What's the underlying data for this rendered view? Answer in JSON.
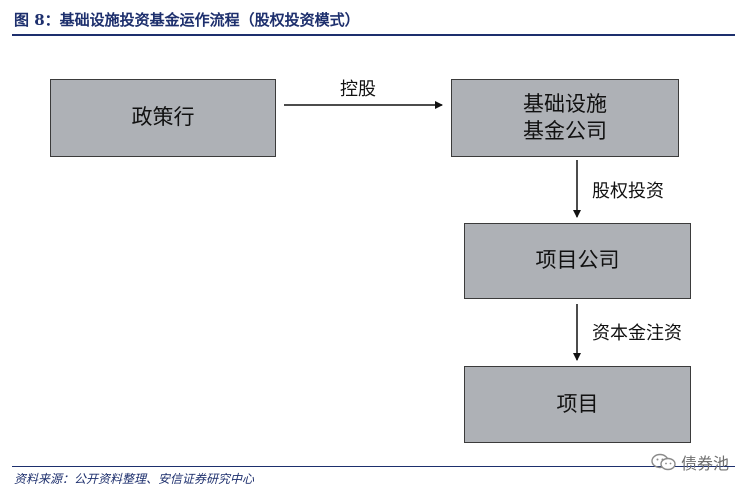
{
  "figure": {
    "title": "图 8：基础设施投资基金运作流程（股权投资模式）"
  },
  "nodes": {
    "policy_bank": "政策行",
    "fund_company": "基础设施\n基金公司",
    "project_company": "项目公司",
    "project": "项目"
  },
  "edges": {
    "holding": "控股",
    "equity_investment": "股权投资",
    "capital_injection": "资本金注资"
  },
  "footer": {
    "source": "资料来源：公开资料整理、安信证券研究中心"
  },
  "watermark": {
    "text": "债券池",
    "icon": "wechat-icon"
  },
  "colors": {
    "title": "#1d2f6d",
    "box_fill": "#aeb1b6",
    "box_border": "#3b3b3b",
    "arrow": "#111111"
  }
}
